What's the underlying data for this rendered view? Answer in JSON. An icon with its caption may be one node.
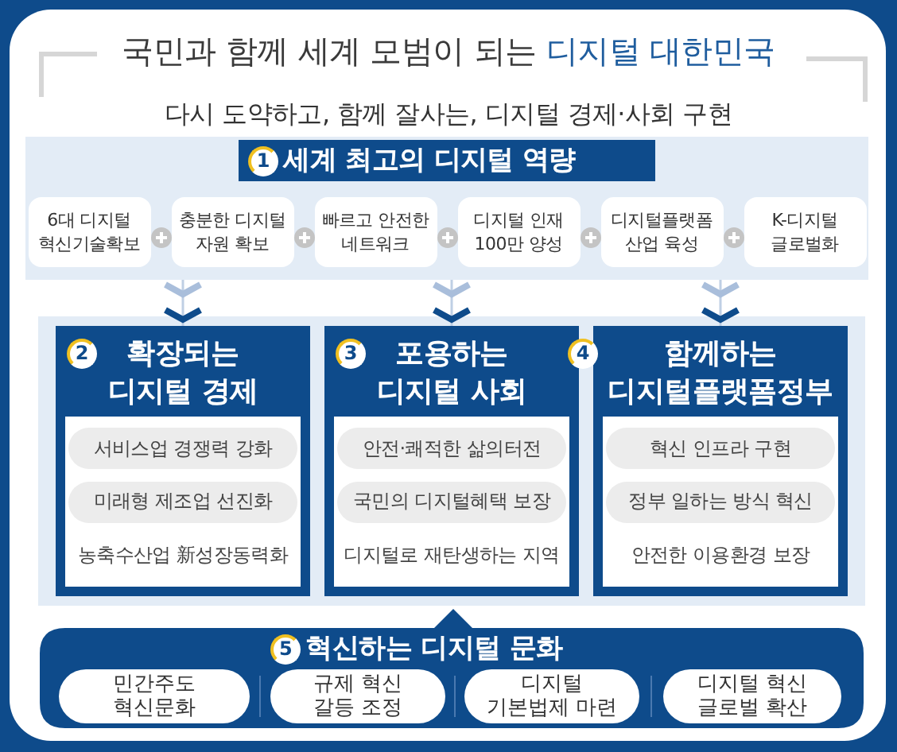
{
  "diagram": {
    "title": "국민과 함께 세계 모범이 되는 **디지털 대한민국**",
    "nodes": [
      {
        "text": [
          "1",
          "세계 최고의 디지털 역량"
        ]
      },
      {
        "text": [
          "6대 디지털 혁신기술확보"
        ],
        "in": 0
      },
      {
        "text": [
          "충분한 디지털 자원 확보"
        ],
        "in": 0
      },
      {
        "text": [
          "빠르고 안전한 네트워크"
        ],
        "in": 0
      },
      {
        "text": [
          "디지털 인재 100만 양성"
        ],
        "in": 0
      },
      {
        "text": [
          "디지털플랫폼 산업 육성"
        ],
        "in": 0
      },
      {
        "text": [
          "K-디지털 글로벌화"
        ],
        "in": 0
      },
      {
        "text": [
          "2",
          "확장되는 디지털 경제"
        ]
      },
      {
        "text": [
          "서비스업 경쟁력 강화"
        ],
        "in": 7
      },
      {
        "text": [
          "미래형 제조업 선진화"
        ],
        "in": 7
      },
      {
        "text": [
          "농축수산업 新성장동력화"
        ],
        "in": 7
      },
      {
        "text": [
          "3",
          "포용하는 디지털 사회"
        ]
      },
      {
        "text": [
          "안전·쾌적한 삶의터전"
        ],
        "in": 11
      },
      {
        "text": [
          "국민의 디지털혜택 보장"
        ],
        "in": 11
      },
      {
        "text": [
          "디지털로 재탄생하는 지역"
        ],
        "in": 11
      },
      {
        "text": [
          "4",
          "함께하는 디지털플랫폼정부"
        ]
      },
      {
        "text": [
          "혁신 인프라 구현"
        ],
        "in": 15
      },
      {
        "text": [
          "정부 일하는 방식 혁신"
        ],
        "in": 15
      },
      {
        "text": [
          "안전한 이용환경 보장"
        ],
        "in": 15
      },
      {
        "text": [
          "5",
          "혁신하는 디지털 문화"
        ]
      },
      {
        "text": [
          "민간주도 혁신문화"
        ],
        "in": 19
      },
      {
        "text": [
          "규제 혁신 갈등 조정"
        ],
        "in": 19
      },
      {
        "text": [
          "디지털 기본법제 마련"
        ],
        "in": 19
      },
      {
        "text": [
          "디지털 혁신 글로벌 확산"
        ],
        "in": 19
      }
    ],
    "edges": [
      {
        "from": 0,
        "to": 7,
        "arrow": "to"
      },
      {
        "from": 0,
        "to": 11,
        "arrow": "to"
      },
      {
        "from": 0,
        "to": 15,
        "arrow": "to"
      }
    ],
    "labels": [
      "다시 도약하고, 함께 잘사는, 디지털 경제·사회 구현"
    ]
  }
}
